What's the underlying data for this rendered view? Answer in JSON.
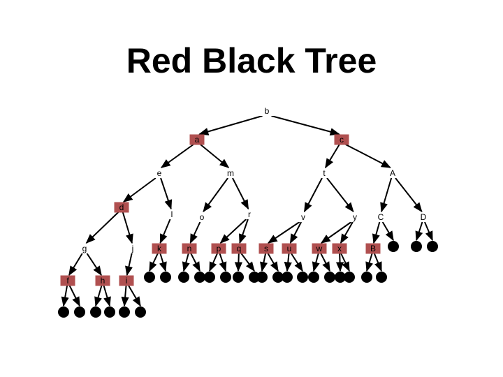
{
  "title": "Red Black Tree",
  "colors": {
    "red": "#b05050",
    "black_node": "#ffffff",
    "nil": "#000000",
    "edge": "#000000",
    "text": "#000000"
  },
  "nodes": [
    {
      "id": "b",
      "label": "b",
      "color": "black",
      "parent": null
    },
    {
      "id": "a",
      "label": "a",
      "color": "red",
      "parent": "b"
    },
    {
      "id": "c",
      "label": "c",
      "color": "red",
      "parent": "b"
    },
    {
      "id": "e",
      "label": "e",
      "color": "black",
      "parent": "a"
    },
    {
      "id": "m",
      "label": "m",
      "color": "black",
      "parent": "a"
    },
    {
      "id": "t",
      "label": "t",
      "color": "black",
      "parent": "c"
    },
    {
      "id": "A",
      "label": "A",
      "color": "black",
      "parent": "c"
    },
    {
      "id": "d",
      "label": "d",
      "color": "red",
      "parent": "e"
    },
    {
      "id": "l",
      "label": "l",
      "color": "black",
      "parent": "e"
    },
    {
      "id": "o",
      "label": "o",
      "color": "black",
      "parent": "m"
    },
    {
      "id": "r",
      "label": "r",
      "color": "black",
      "parent": "m"
    },
    {
      "id": "v",
      "label": "v",
      "color": "black",
      "parent": "t"
    },
    {
      "id": "y",
      "label": "y",
      "color": "black",
      "parent": "t"
    },
    {
      "id": "C",
      "label": "C",
      "color": "black",
      "parent": "A"
    },
    {
      "id": "D",
      "label": "D",
      "color": "black",
      "parent": "A"
    },
    {
      "id": "g",
      "label": "g",
      "color": "black",
      "parent": "d"
    },
    {
      "id": "j",
      "label": "j",
      "color": "black",
      "parent": "d"
    },
    {
      "id": "k",
      "label": "k",
      "color": "red",
      "parent": "l"
    },
    {
      "id": "n",
      "label": "n",
      "color": "red",
      "parent": "o"
    },
    {
      "id": "p",
      "label": "p",
      "color": "red",
      "parent": "r"
    },
    {
      "id": "q",
      "label": "q",
      "color": "red",
      "parent": "r"
    },
    {
      "id": "s",
      "label": "s",
      "color": "red",
      "parent": "v"
    },
    {
      "id": "u",
      "label": "u",
      "color": "red",
      "parent": "v"
    },
    {
      "id": "w",
      "label": "w",
      "color": "red",
      "parent": "y"
    },
    {
      "id": "x",
      "label": "x",
      "color": "red",
      "parent": "y"
    },
    {
      "id": "B",
      "label": "B",
      "color": "red",
      "parent": "C"
    },
    {
      "id": "f",
      "label": "f",
      "color": "red",
      "parent": "g"
    },
    {
      "id": "h",
      "label": "h",
      "color": "red",
      "parent": "g"
    },
    {
      "id": "i",
      "label": "i",
      "color": "red",
      "parent": "j"
    }
  ]
}
